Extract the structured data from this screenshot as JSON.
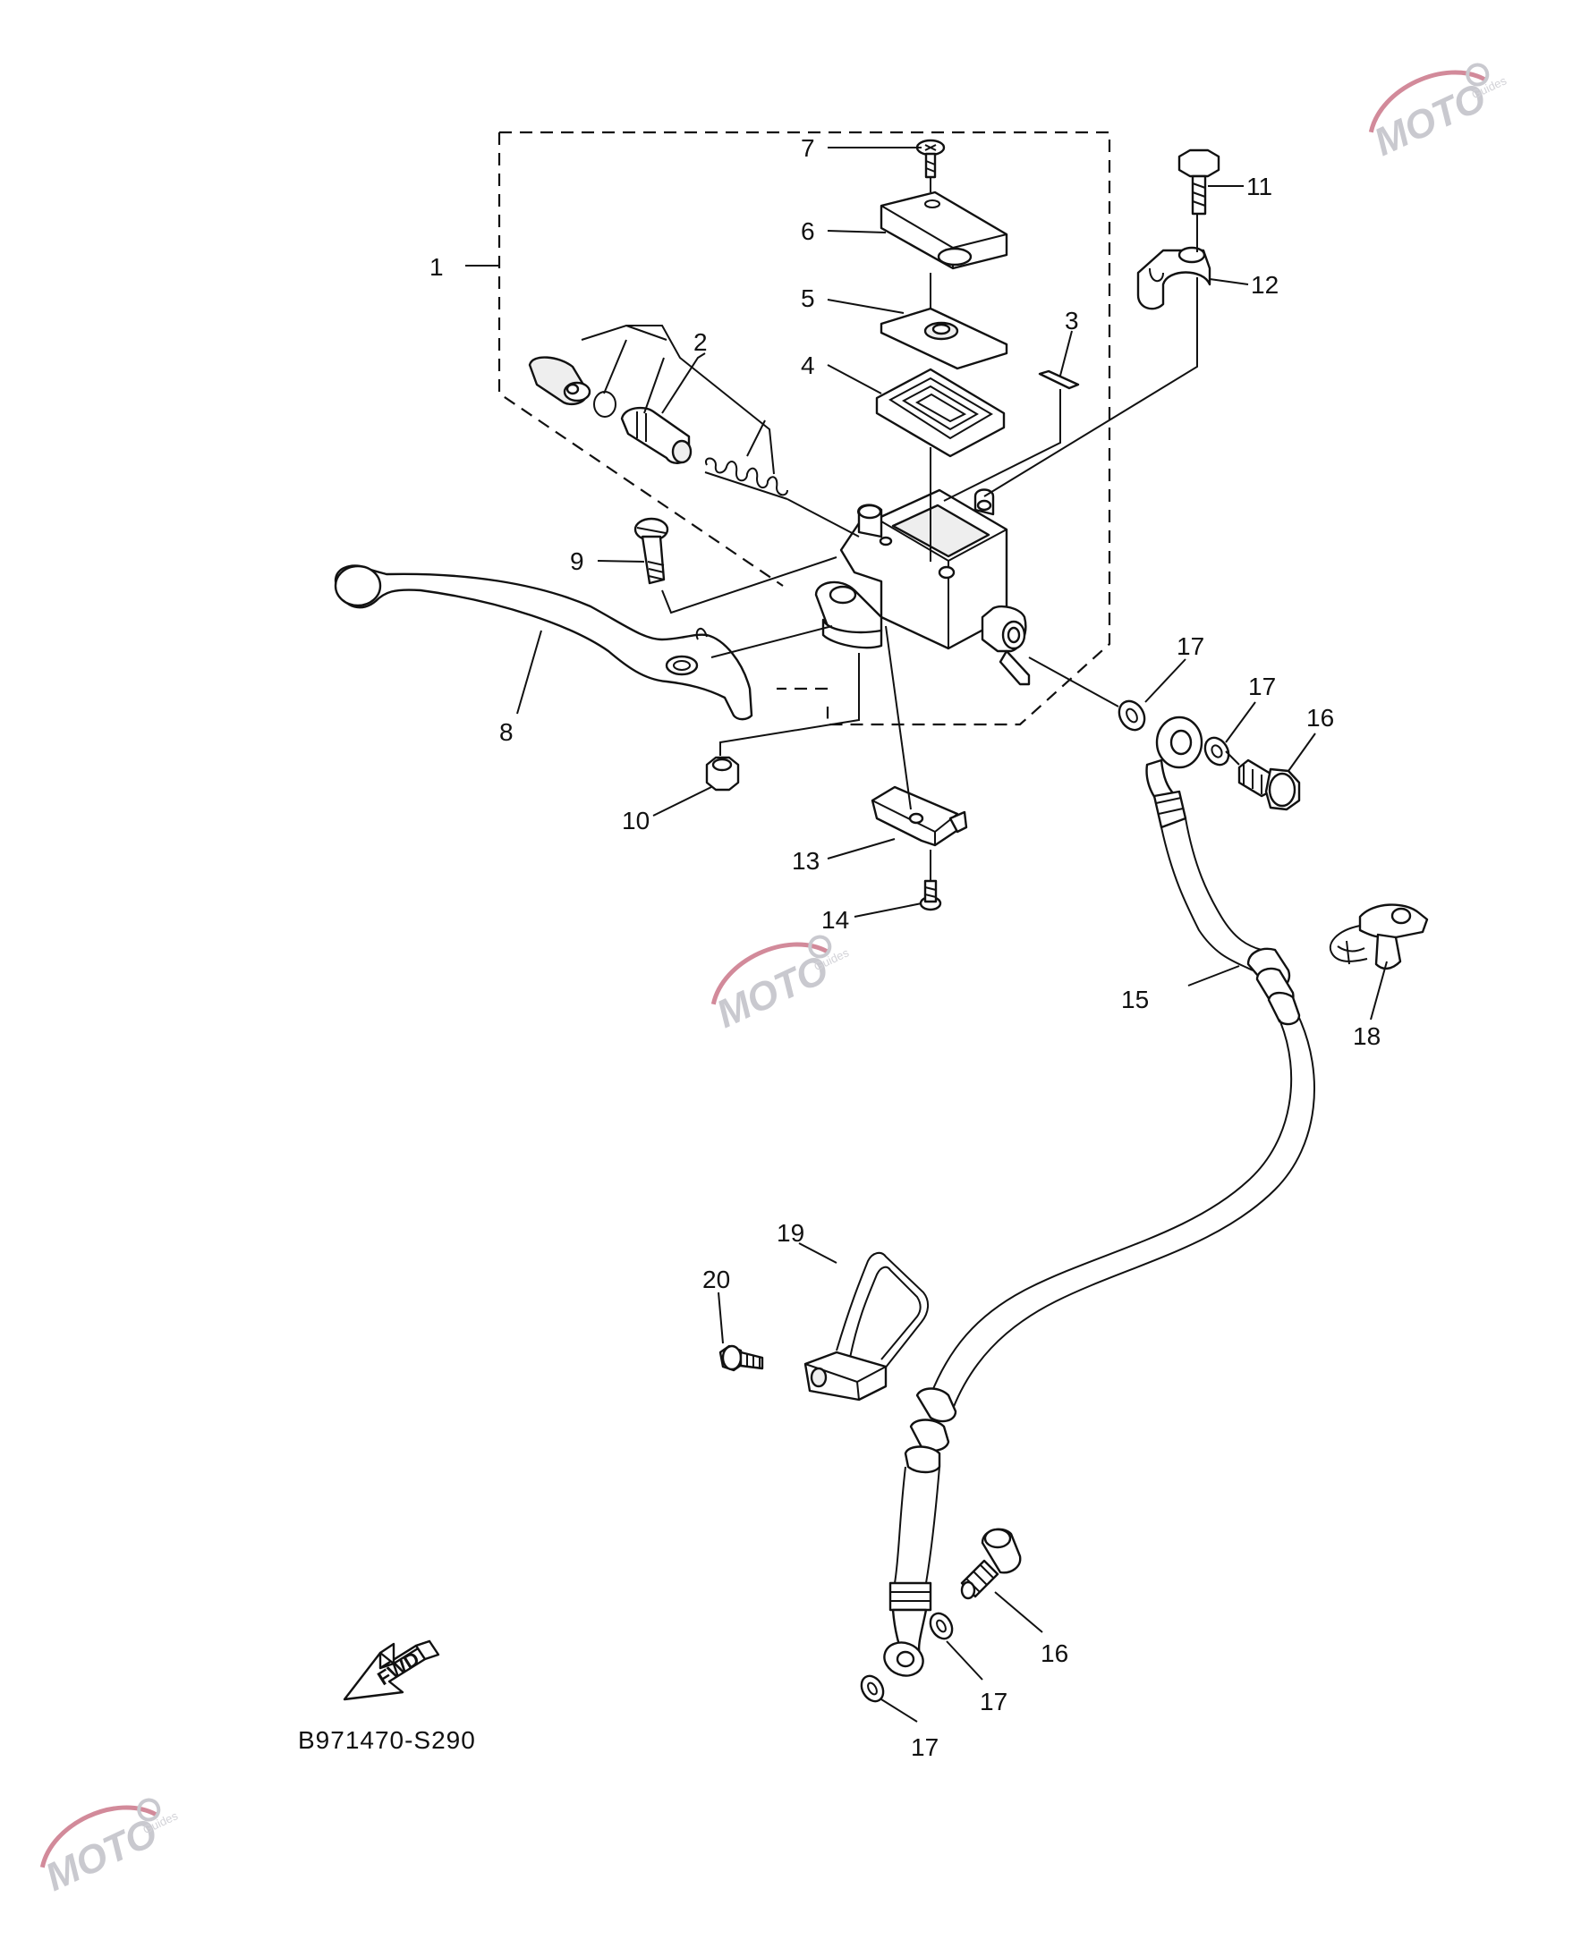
{
  "diagram": {
    "code": "B971470-S290",
    "fwd_label": "FWD",
    "callouts": [
      "1",
      "2",
      "3",
      "4",
      "5",
      "6",
      "7",
      "8",
      "9",
      "10",
      "11",
      "12",
      "13",
      "14",
      "15",
      "16",
      "17",
      "17",
      "17",
      "18",
      "19",
      "20",
      "16",
      "17",
      "17"
    ],
    "watermark": {
      "brand": "MOTO",
      "sub": "Guides"
    }
  },
  "colors": {
    "ink": "#111111",
    "watermark": "#c9c9cf",
    "watermark_accent": "#d28a9a"
  },
  "icons": [
    "fwd-arrow-icon",
    "gear-icon"
  ]
}
